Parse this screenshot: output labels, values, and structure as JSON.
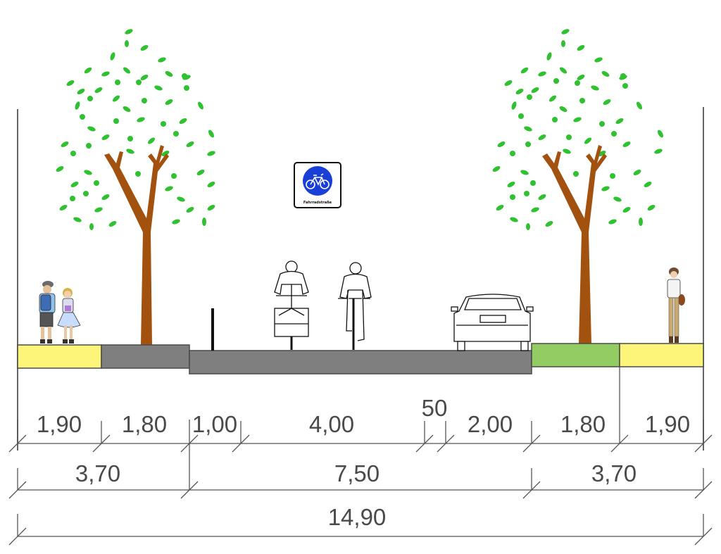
{
  "diagram": {
    "type": "street-cross-section",
    "title": "",
    "unit": "m",
    "sign": {
      "label": "Fahrradstraße",
      "icon": "bicycle-icon",
      "colors": {
        "circle": "#1a3fd6",
        "symbol": "#ffffff",
        "border": "#111111"
      }
    },
    "colors": {
      "sidewalk": "#fdf57a",
      "tree_strip_left": "#7f7f7f",
      "road": "#7f7f7f",
      "tree_strip_right": "#92cc63",
      "foliage": "#2fc12f",
      "trunk": "#a2520e",
      "dimension_line": "#555555",
      "dimension_text": "#4a4a4a"
    },
    "zones": [
      {
        "name": "Sidewalk left",
        "width": "1,90",
        "color": "#fdf57a"
      },
      {
        "name": "Tree strip left",
        "width": "1,80",
        "color": "#7f7f7f"
      },
      {
        "name": "Safety strip / bollard",
        "width": "1,00",
        "color": "#7f7f7f"
      },
      {
        "name": "Bicycle lane",
        "width": "4,00",
        "color": "#7f7f7f"
      },
      {
        "name": "Safety distance",
        "width": "50",
        "color": "#7f7f7f"
      },
      {
        "name": "Parking lane",
        "width": "2,00",
        "color": "#7f7f7f"
      },
      {
        "name": "Tree strip right",
        "width": "1,80",
        "color": "#92cc63"
      },
      {
        "name": "Sidewalk right",
        "width": "1,90",
        "color": "#fdf57a"
      }
    ],
    "dimensions": {
      "row1": [
        "1,90",
        "1,80",
        "1,00",
        "4,00",
        "50",
        "2,00",
        "1,80",
        "1,90"
      ],
      "row2": [
        "3,70",
        "7,50",
        "3,70"
      ],
      "row3": [
        "14,90"
      ]
    },
    "figures": [
      {
        "name": "Pedestrians (boy and girl)",
        "position": "left sidewalk"
      },
      {
        "name": "Tree",
        "position": "left tree strip"
      },
      {
        "name": "Bollard",
        "position": "road edge left"
      },
      {
        "name": "Cargo bike rider",
        "position": "bicycle lane"
      },
      {
        "name": "Cyclist",
        "position": "bicycle lane"
      },
      {
        "name": "Car (rear view)",
        "position": "parking lane"
      },
      {
        "name": "Tree",
        "position": "right tree strip"
      },
      {
        "name": "Pedestrian woman",
        "position": "right sidewalk"
      }
    ]
  }
}
